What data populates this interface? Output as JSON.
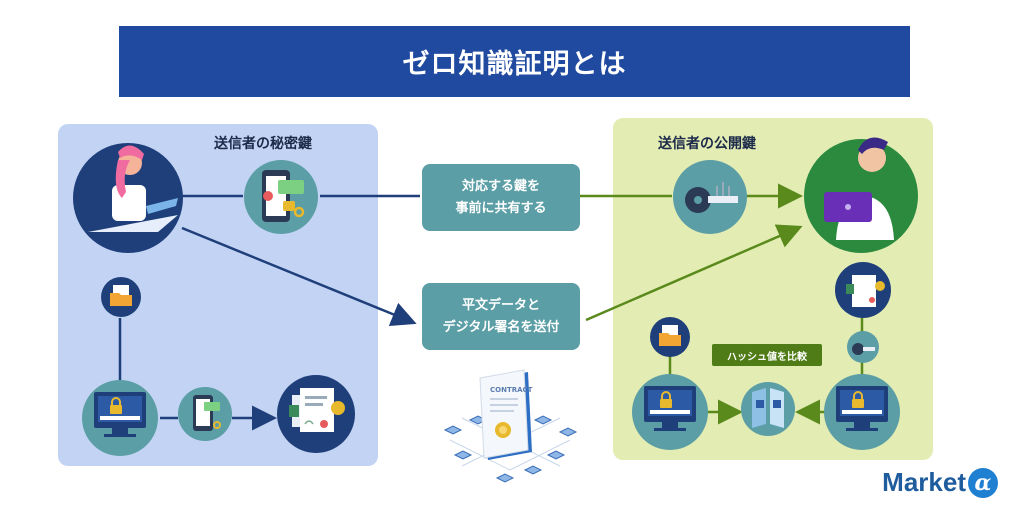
{
  "title": "ゼロ知識証明とは",
  "left_panel": {
    "label": "送信者の秘密鍵"
  },
  "right_panel": {
    "label": "送信者の公開鍵"
  },
  "share_box": {
    "line1": "対応する鍵を",
    "line2": "事前に共有する"
  },
  "send_box": {
    "line1": "平文データと",
    "line2": "デジタル署名を送付"
  },
  "hash_badge": "ハッシュ値を比較",
  "contract_label": "CONTRACT",
  "brand": {
    "text": "Market",
    "symbol": "α"
  },
  "colors": {
    "title_bg": "#1f4aa0",
    "left_panel": "#c2d3f4",
    "right_panel": "#e3ecb3",
    "teal": "#5b9ea6",
    "dark_navy": "#1f3f7a",
    "green_arrow": "#5a8a1c"
  }
}
